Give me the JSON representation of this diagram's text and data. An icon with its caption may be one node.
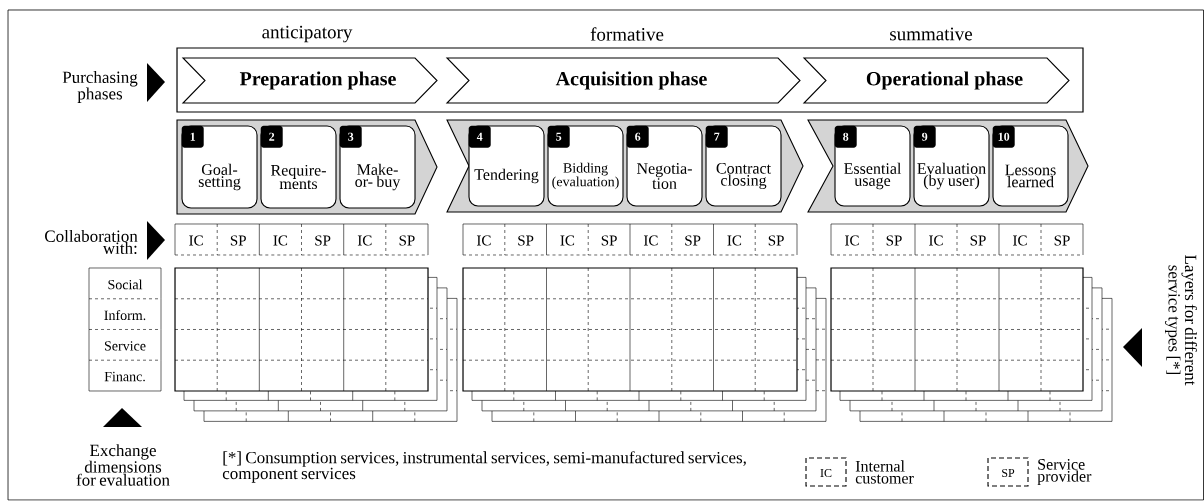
{
  "diagram": {
    "nodes": [
      {
        "text": [
          "Preparation phase"
        ]
      },
      {
        "text": [
          "Acquisition phase"
        ]
      },
      {
        "text": [
          "Operational phase"
        ]
      },
      {
        "text": [],
        "shape": "chevron"
      },
      {
        "text": [
          "1",
          "Goal- setting"
        ],
        "in": 3
      },
      {
        "text": [
          "2",
          "Require- ments"
        ],
        "in": 3
      },
      {
        "text": [
          "3",
          "Make- or- buy"
        ],
        "in": 3
      },
      {
        "text": [],
        "shape": "chevron"
      },
      {
        "text": [
          "4",
          "Tendering"
        ],
        "in": 7
      },
      {
        "text": [
          "5",
          "Bidding (evaluation)"
        ],
        "in": 7
      },
      {
        "text": [
          "6",
          "Negotia- tion"
        ],
        "in": 7
      },
      {
        "text": [
          "7",
          "Contract closing"
        ],
        "in": 7
      },
      {
        "text": [],
        "shape": "chevron"
      },
      {
        "text": [
          "8",
          "Essential usage"
        ],
        "in": 12
      },
      {
        "text": [
          "9",
          "Evaluation (by user)"
        ],
        "in": 12
      },
      {
        "text": [
          "10",
          "Lessons learned"
        ],
        "in": 12
      }
    ],
    "labels": [
      "anticipatory",
      "formative",
      "summative",
      "Purchasing phases",
      "Collaboration with:",
      "IC",
      "SP",
      "IC",
      "SP",
      "IC",
      "SP",
      "IC",
      "SP",
      "IC",
      "SP",
      "IC",
      "SP",
      "IC",
      "SP",
      "IC",
      "SP",
      "IC",
      "SP",
      "IC",
      "SP",
      "Social",
      "Inform.",
      "Service",
      "Financ.",
      "Layers for different service types [*]",
      "Exchange dimensions for evaluation",
      "[*] Consumption services, instrumental services, semi-manufactured services, component services",
      "IC",
      "SP"
    ],
    "legend": [
      {
        "text": "Internal customer"
      },
      {
        "text": "Service provider"
      }
    ]
  }
}
